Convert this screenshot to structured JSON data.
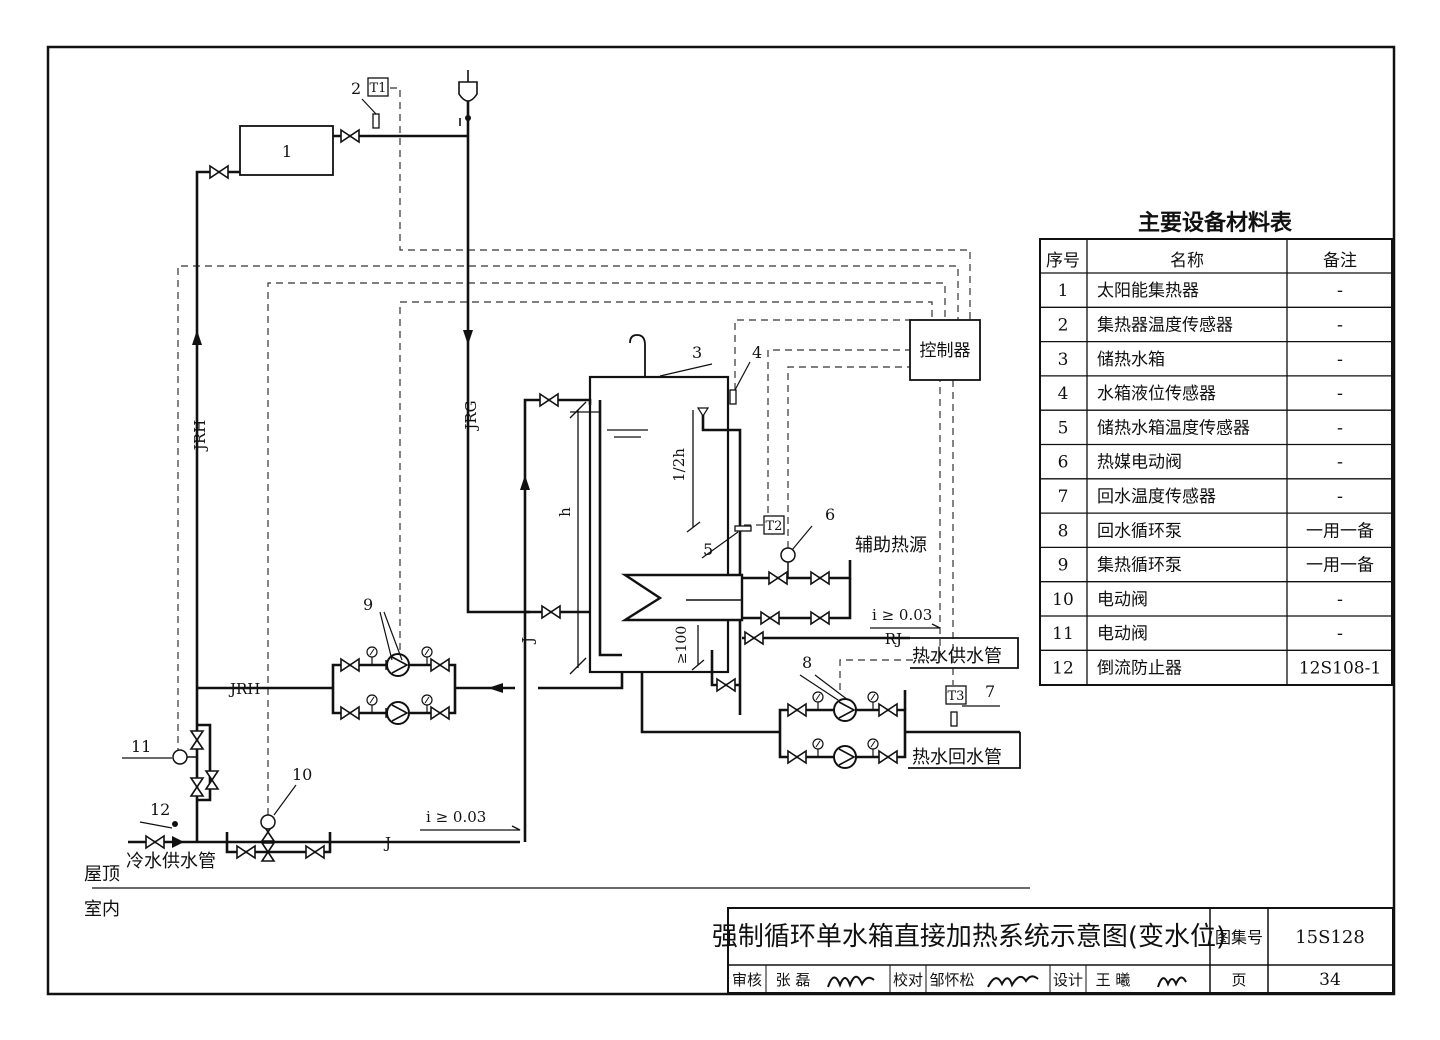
{
  "diagram": {
    "labels": {
      "controller": "控制器",
      "aux_heat": "辅助热源",
      "hot_supply": "热水供水管",
      "hot_return": "热水回水管",
      "cold_supply": "冷水供水管",
      "roof": "屋顶",
      "indoor": "室内",
      "slope_top": "i ≥ 0.03",
      "slope_bottom": "i ≥ 0.03",
      "pipe_jrh_v": "JRH",
      "pipe_jrh_h": "JRH",
      "pipe_jrg": "JRG",
      "pipe_j_v": "J",
      "pipe_j_h": "J",
      "pipe_rj": "RJ",
      "half_h": "1/2h",
      "h": "h",
      "min_100": "≥100",
      "t1": "T1",
      "t2": "T2",
      "t3": "T3",
      "n1": "1",
      "n2": "2",
      "n3": "3",
      "n4": "4",
      "n5": "5",
      "n6": "6",
      "n7": "7",
      "n8": "8",
      "n9": "9",
      "n10": "10",
      "n11": "11",
      "n12": "12"
    }
  },
  "table": {
    "title": "主要设备材料表",
    "headers": [
      "序号",
      "名称",
      "备注"
    ],
    "rows": [
      {
        "no": "1",
        "name": "太阳能集热器",
        "note": "-"
      },
      {
        "no": "2",
        "name": "集热器温度传感器",
        "note": "-"
      },
      {
        "no": "3",
        "name": "储热水箱",
        "note": "-"
      },
      {
        "no": "4",
        "name": "水箱液位传感器",
        "note": "-"
      },
      {
        "no": "5",
        "name": "储热水箱温度传感器",
        "note": "-"
      },
      {
        "no": "6",
        "name": "热媒电动阀",
        "note": "-"
      },
      {
        "no": "7",
        "name": "回水温度传感器",
        "note": "-"
      },
      {
        "no": "8",
        "name": "回水循环泵",
        "note": "一用一备"
      },
      {
        "no": "9",
        "name": "集热循环泵",
        "note": "一用一备"
      },
      {
        "no": "10",
        "name": "电动阀",
        "note": "-"
      },
      {
        "no": "11",
        "name": "电动阀",
        "note": "-"
      },
      {
        "no": "12",
        "name": "倒流防止器",
        "note": "12S108-1"
      }
    ]
  },
  "title_block": {
    "title": "强制循环单水箱直接加热系统示意图(变水位)",
    "atlas_label": "图集号",
    "atlas_no": "15S128",
    "review_label": "审核",
    "reviewer": "张 磊",
    "check_label": "校对",
    "checker": "邹怀松",
    "design_label": "设计",
    "designer": "王 曦",
    "page_label": "页",
    "page_no": "34"
  }
}
